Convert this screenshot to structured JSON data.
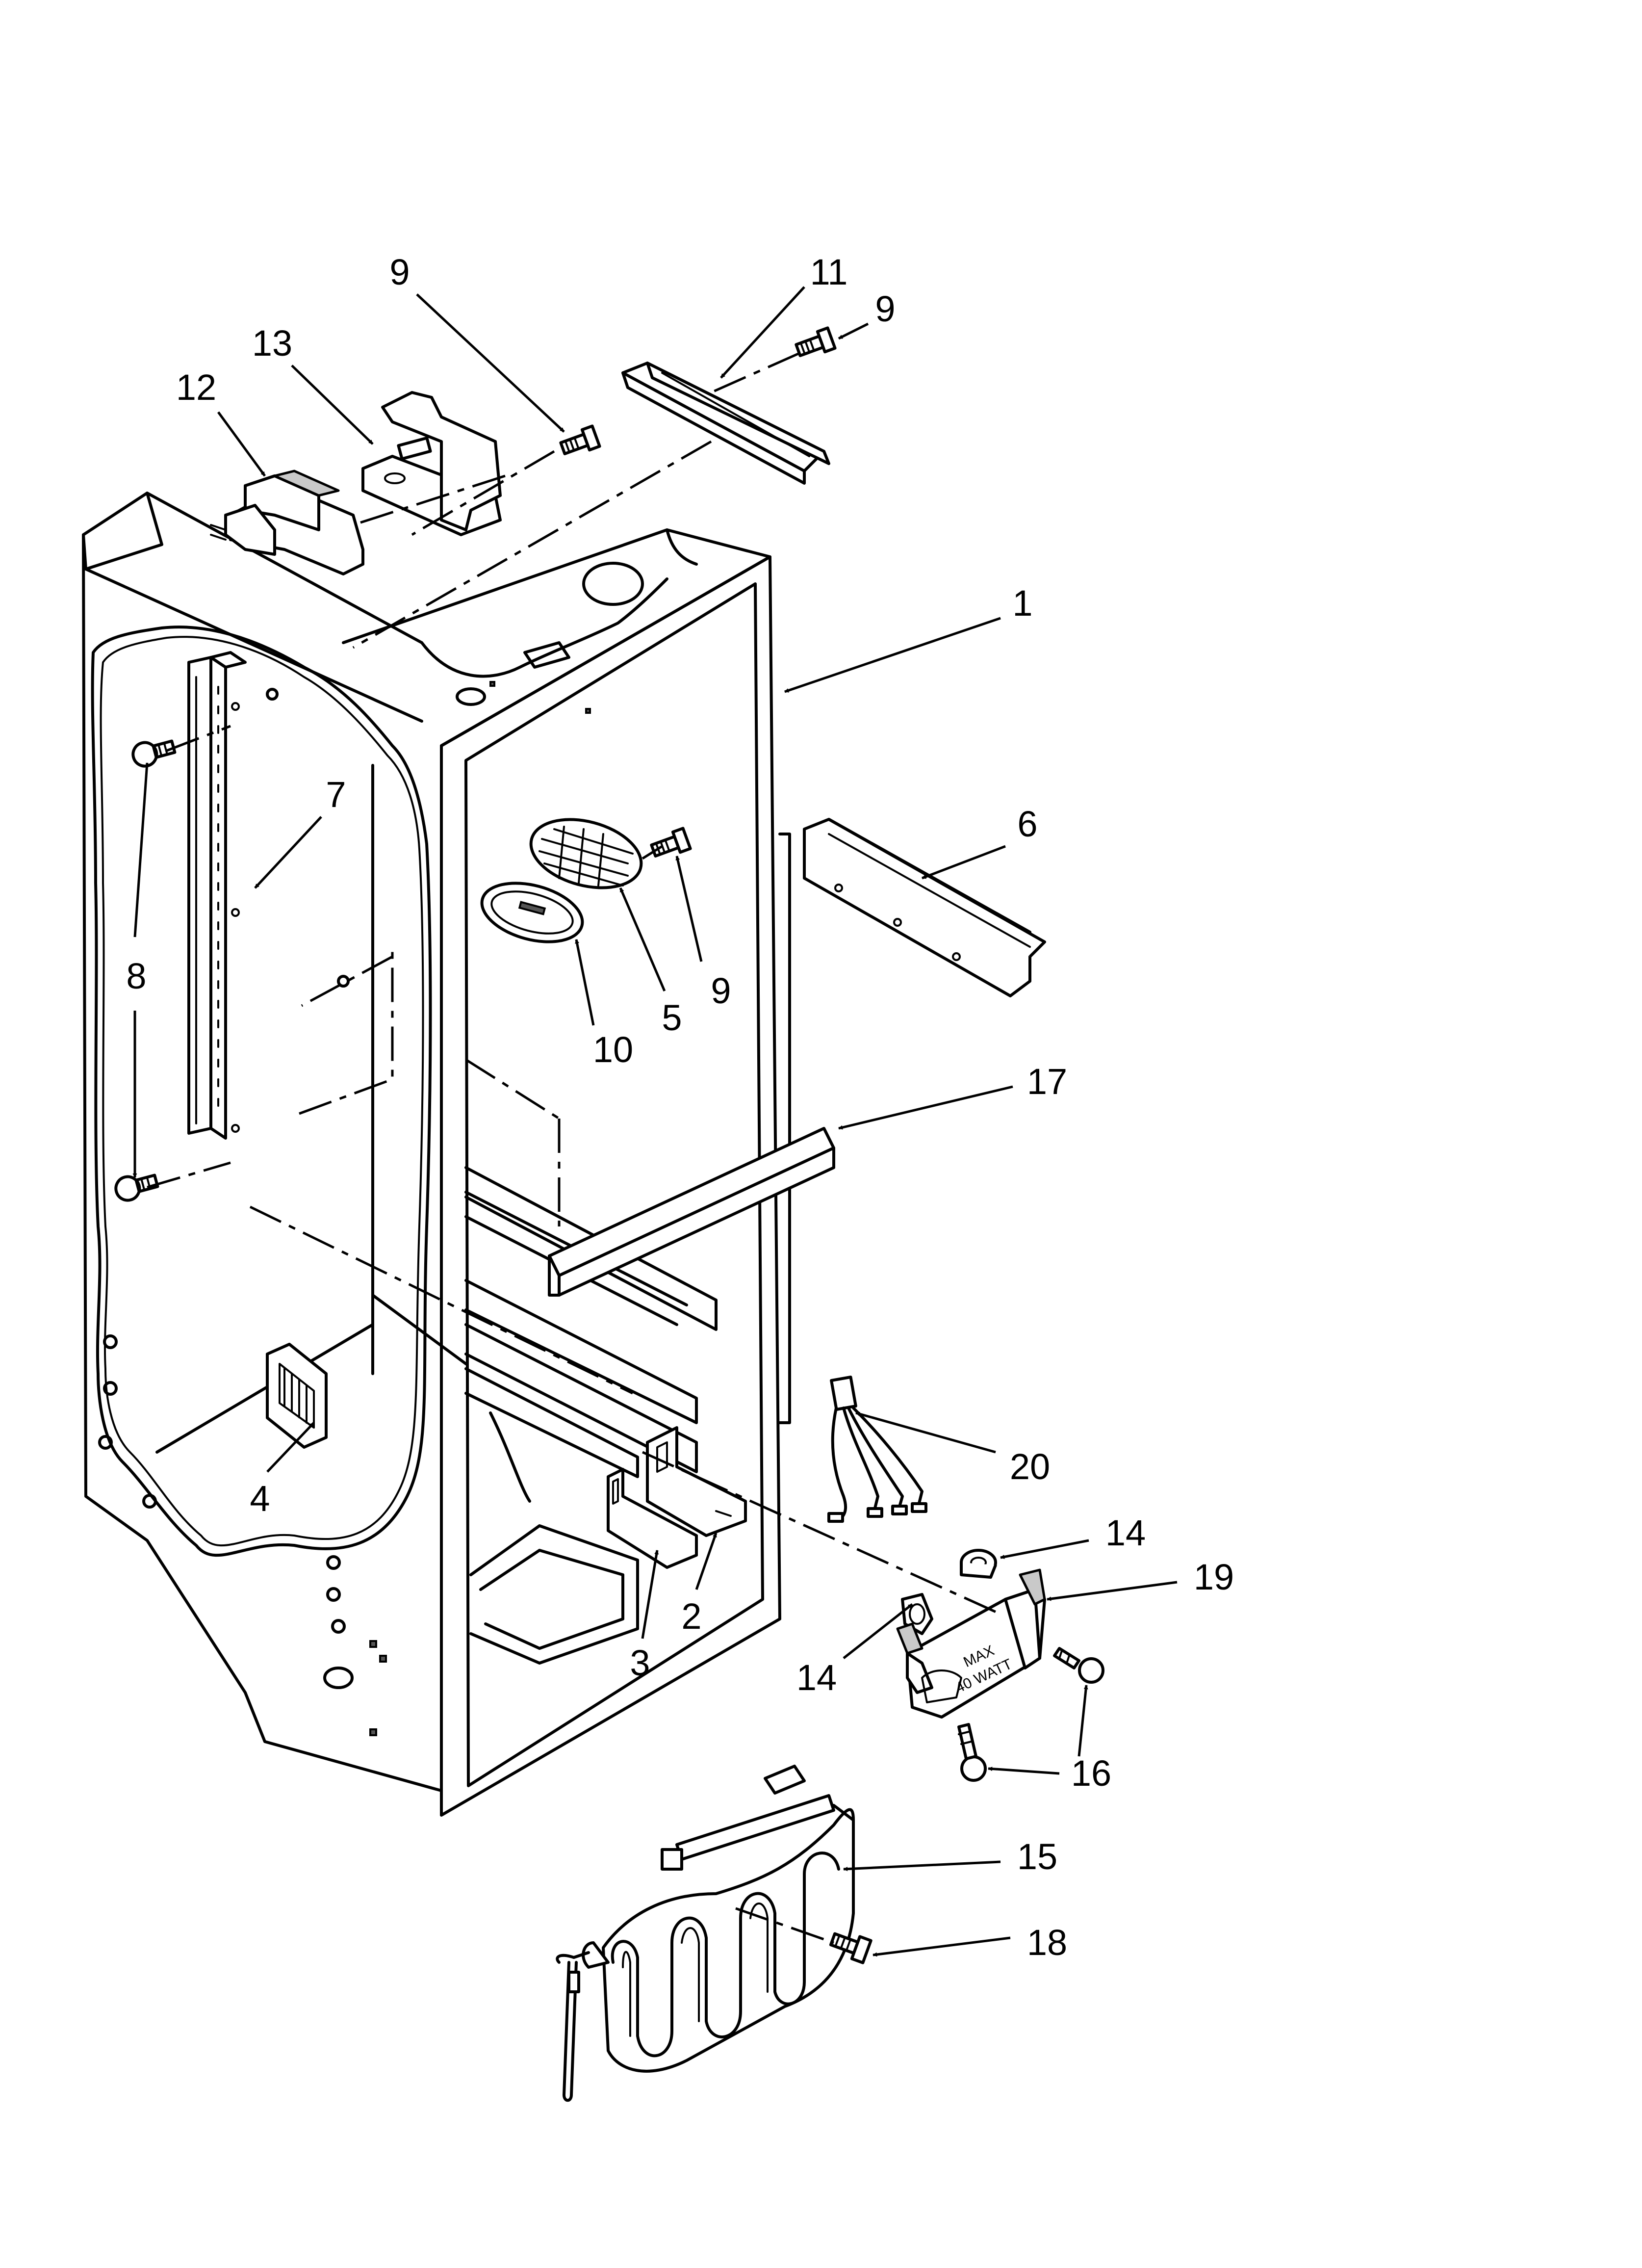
{
  "callouts": [
    {
      "id": "c1",
      "label": "1"
    },
    {
      "id": "c2",
      "label": "2"
    },
    {
      "id": "c3",
      "label": "3"
    },
    {
      "id": "c4",
      "label": "4"
    },
    {
      "id": "c5",
      "label": "5"
    },
    {
      "id": "c6",
      "label": "6"
    },
    {
      "id": "c7",
      "label": "7"
    },
    {
      "id": "c8",
      "label": "8"
    },
    {
      "id": "c9a",
      "label": "9"
    },
    {
      "id": "c9b",
      "label": "9"
    },
    {
      "id": "c9c",
      "label": "9"
    },
    {
      "id": "c10",
      "label": "10"
    },
    {
      "id": "c11",
      "label": "11"
    },
    {
      "id": "c12",
      "label": "12"
    },
    {
      "id": "c13",
      "label": "13"
    },
    {
      "id": "c14a",
      "label": "14"
    },
    {
      "id": "c14b",
      "label": "14"
    },
    {
      "id": "c15",
      "label": "15"
    },
    {
      "id": "c16",
      "label": "16"
    },
    {
      "id": "c17",
      "label": "17"
    },
    {
      "id": "c18",
      "label": "18"
    },
    {
      "id": "c19",
      "label": "19"
    },
    {
      "id": "c20",
      "label": "20"
    }
  ],
  "light_housing_text": {
    "line1": "MAX",
    "line2": "40 WATT"
  }
}
